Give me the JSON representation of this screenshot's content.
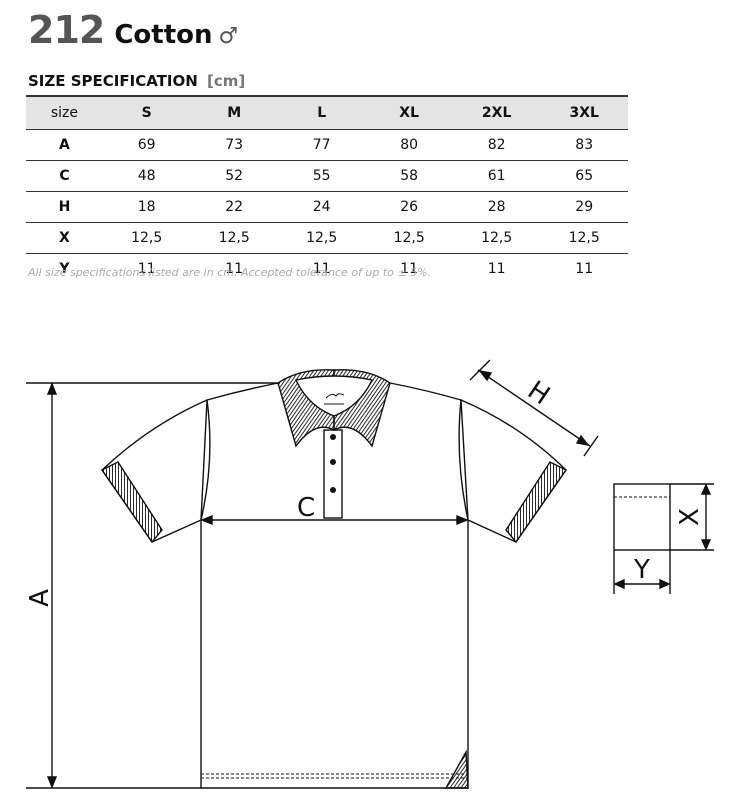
{
  "header": {
    "model": "212",
    "name": "Cotton",
    "gender_symbol": "♂"
  },
  "spec": {
    "title": "SIZE SPECIFICATION",
    "unit": "[cm]"
  },
  "table": {
    "headers": [
      "size",
      "S",
      "M",
      "L",
      "XL",
      "2XL",
      "3XL"
    ],
    "rows": [
      [
        "A",
        "69",
        "73",
        "77",
        "80",
        "82",
        "83"
      ],
      [
        "C",
        "48",
        "52",
        "55",
        "58",
        "61",
        "65"
      ],
      [
        "H",
        "18",
        "22",
        "24",
        "26",
        "28",
        "29"
      ],
      [
        "X",
        "12,5",
        "12,5",
        "12,5",
        "12,5",
        "12,5",
        "12,5"
      ],
      [
        "Y",
        "11",
        "11",
        "11",
        "11",
        "11",
        "11"
      ]
    ]
  },
  "note": "All size specifications listed are in cm. Accepted tolerance of up to ± 5%.",
  "diagram": {
    "label_a": "A",
    "label_c": "C",
    "label_h": "H",
    "label_x": "X",
    "label_y": "Y"
  }
}
